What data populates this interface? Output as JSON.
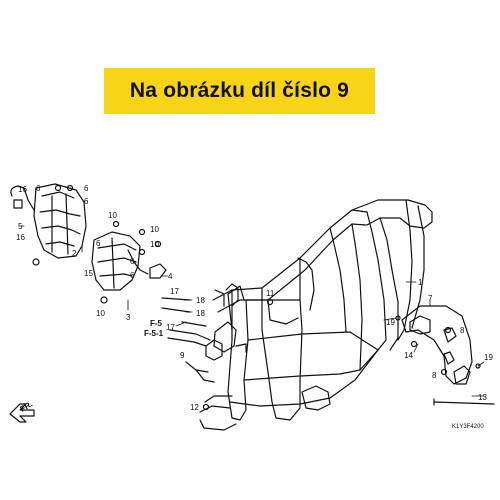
{
  "banner": {
    "text": "Na obrázku díl číslo 9",
    "background": "#f7d417"
  },
  "diagram": {
    "callouts": {
      "c1": "1",
      "c2": "2",
      "c3": "3",
      "c4": "4",
      "c5": "5",
      "c6a": "6",
      "c6b": "6",
      "c6c": "6",
      "c6d": "6",
      "c6e": "6",
      "c6f": "6",
      "c7": "7",
      "c8a": "8",
      "c8b": "8",
      "c9": "9",
      "c10a": "10",
      "c10b": "10",
      "c10c": "10",
      "c10d": "10",
      "c11": "11",
      "c12": "12",
      "c13": "13",
      "c14": "14",
      "c15": "15",
      "c16a": "16",
      "c16b": "16",
      "c17a": "17",
      "c17b": "17",
      "c18a": "18",
      "c18b": "18",
      "c19a": "19",
      "c19b": "19",
      "f5": "F-5",
      "f51": "F-5-1"
    },
    "front_arrow_label": "FR.",
    "diagram_code": "K1Y3F4200"
  }
}
